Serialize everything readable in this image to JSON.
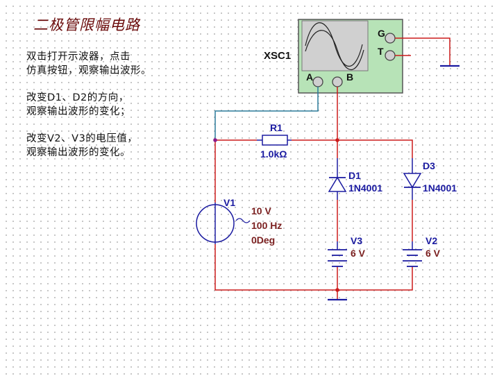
{
  "title": "二极管限幅电路",
  "instructions": [
    [
      "双击打开示波器，点击",
      "仿真按钮，观察输出波形。"
    ],
    [
      "改变D1、D2的方向，",
      "观察输出波形的变化；"
    ],
    [
      "改变V2、V3的电压值，",
      "观察输出波形的变化。"
    ]
  ],
  "oscilloscope": {
    "name": "XSC1",
    "pin_a": "A",
    "pin_b": "B",
    "pin_g": "G",
    "pin_t": "T"
  },
  "resistor": {
    "name": "R1",
    "value": "1.0kΩ"
  },
  "source": {
    "name": "V1",
    "amplitude": "10 V",
    "frequency": "100 Hz",
    "phase": "0Deg"
  },
  "diodes": [
    {
      "name": "D1",
      "model": "1N4001"
    },
    {
      "name": "D3",
      "model": "1N4001"
    }
  ],
  "batteries": [
    {
      "name": "V3",
      "value": "6 V"
    },
    {
      "name": "V2",
      "value": "6 V"
    }
  ],
  "colors": {
    "wire_red": "#cc1a1a",
    "wire_blue": "#2a7a9a",
    "component": "#1a1aa0",
    "scope_body": "#b7e3b7",
    "title": "#6a0a0a"
  }
}
